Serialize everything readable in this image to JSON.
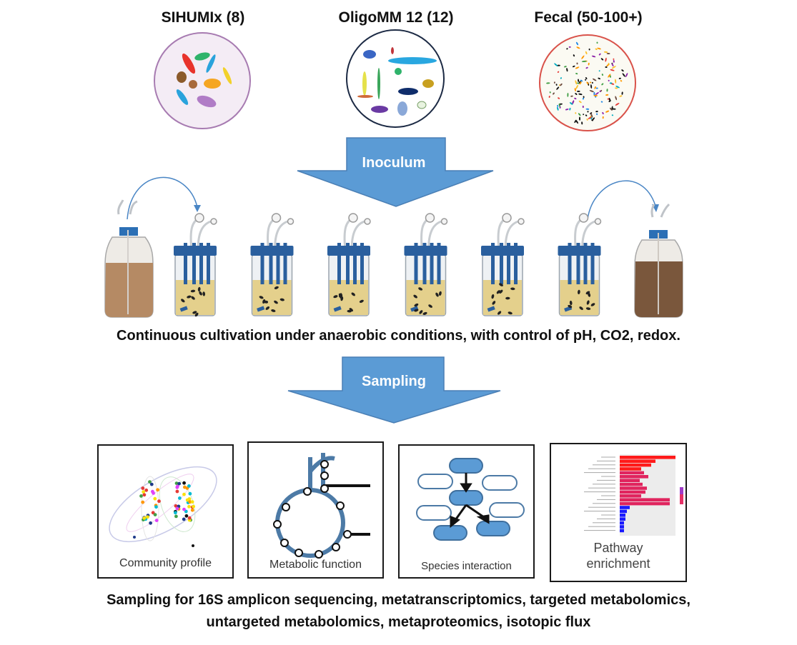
{
  "communities": [
    {
      "name": "SIHUMIx (8)",
      "fill": "#f4ecf5",
      "border": "#a77bb1"
    },
    {
      "name": "OligoMM 12 (12)",
      "fill": "#ffffff",
      "border": "#1c2a44"
    },
    {
      "name": "Fecal (50-100+)",
      "fill": "#fbfaf3",
      "border": "#d9524a"
    }
  ],
  "arrows": {
    "inoculum_label": "Inoculum",
    "sampling_label": "Sampling",
    "fill": "#5b9bd5",
    "border": "#4a7fb5"
  },
  "cultivation_caption": "Continuous cultivation under anaerobic conditions, with control of pH, CO2, redox.",
  "bioreactor_count": 6,
  "analysis_panels": [
    {
      "label": "Community profile"
    },
    {
      "label": "Metabolic function"
    },
    {
      "label": "Species interaction"
    },
    {
      "label": "Pathway enrichment"
    }
  ],
  "sampling_caption_line1": "Sampling for 16S amplicon sequencing, metatranscriptomics, targeted metabolomics,",
  "sampling_caption_line2": "untargeted metabolomics, metaproteomics, isotopic flux"
}
